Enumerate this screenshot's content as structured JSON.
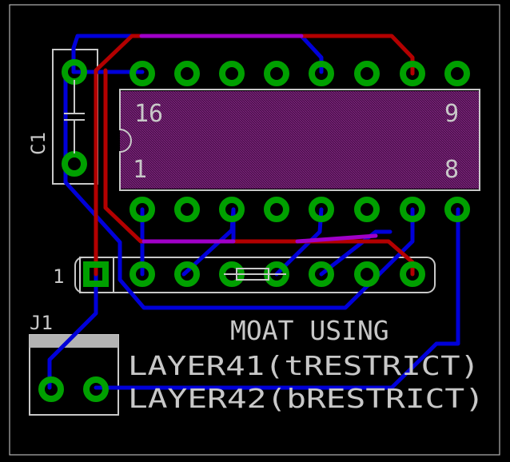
{
  "colors": {
    "background": "#000000",
    "outline": "#b3b3b3",
    "top_copper": "#b30000",
    "bottom_copper": "#0000d9",
    "overlap": "#a000c8",
    "pad": "#00a000",
    "silk": "#c8c8c8",
    "restrict_fill": "#6e1d6e"
  },
  "components": {
    "ic": {
      "pin_top_left": "16",
      "pin_top_right": "9",
      "pin_bottom_left": "1",
      "pin_bottom_right": "8"
    },
    "capacitor": {
      "name": "C1"
    },
    "header": {
      "pin1": "1"
    },
    "connector": {
      "name": "J1"
    }
  },
  "notes": {
    "line1": "MOAT USING",
    "line2": "LAYER41(tRESTRICT)",
    "line3": "LAYER42(bRESTRICT)"
  }
}
